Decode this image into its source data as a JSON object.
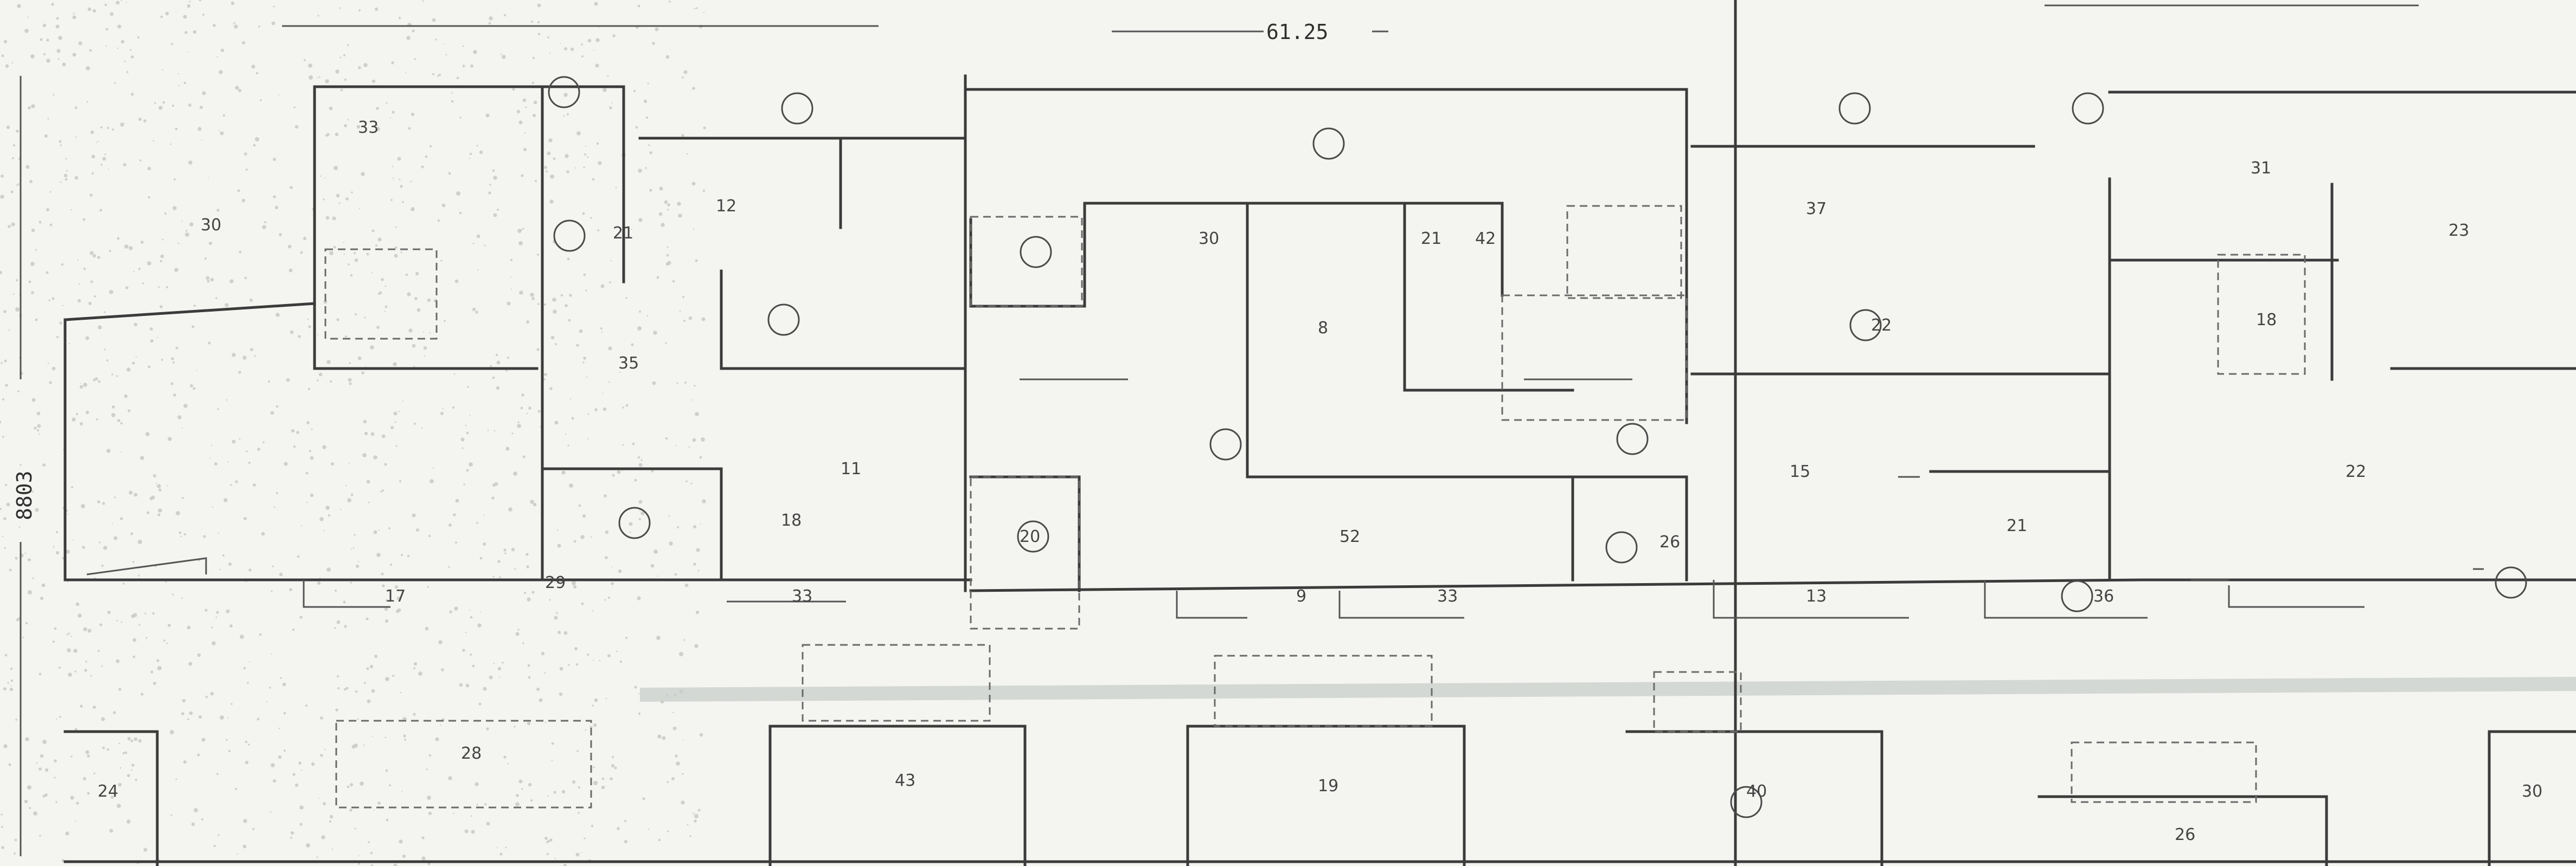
{
  "drawing": {
    "dimensions": {
      "top": "61.25",
      "left": "8803"
    },
    "room_numbers": [
      "30",
      "33",
      "12",
      "21",
      "35",
      "11",
      "18",
      "8",
      "30",
      "21",
      "20",
      "52",
      "9",
      "33",
      "37",
      "22",
      "21",
      "31",
      "23",
      "22",
      "15",
      "26",
      "33",
      "43",
      "19",
      "40",
      "26",
      "28",
      "24",
      "30",
      "18",
      "13",
      "36",
      "17",
      "29",
      "42"
    ],
    "colors": {
      "paper": "#f4f4f1",
      "ink": "#3b3b3b",
      "faded_band": "#c9cfc9"
    }
  }
}
